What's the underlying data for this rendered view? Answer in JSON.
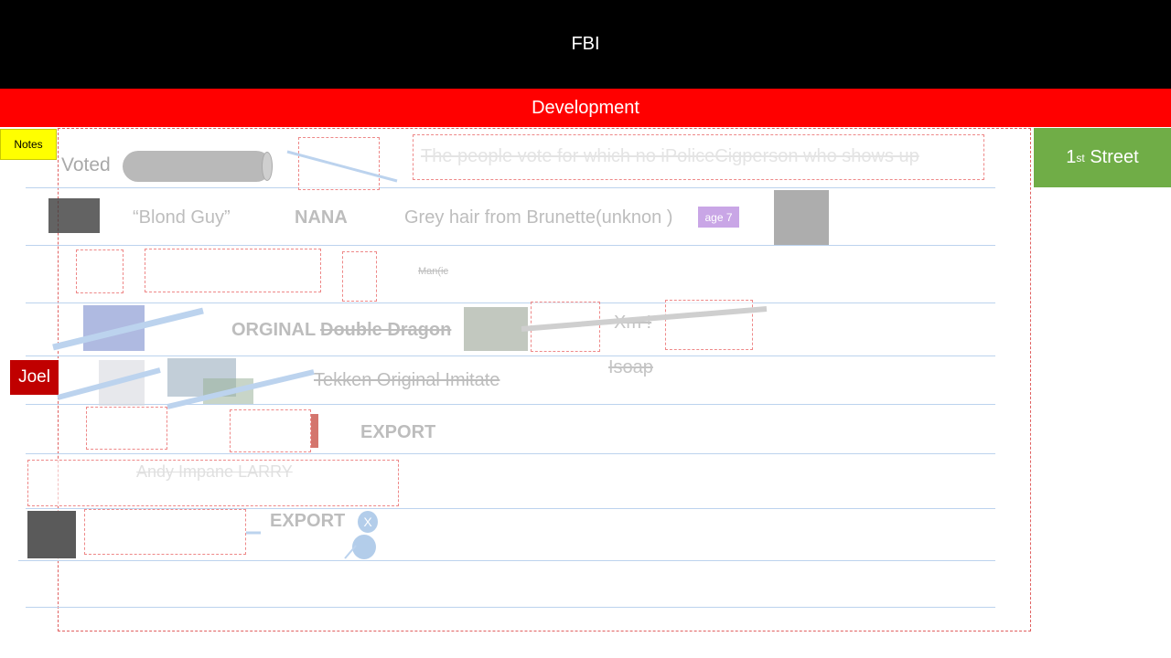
{
  "header": {
    "title": "FBI"
  },
  "subheader": {
    "title": "Development"
  },
  "street": {
    "label": "1st Street",
    "base": "1",
    "sup": "st",
    "rest": " Street"
  },
  "notes": {
    "label": "Notes"
  },
  "labels": {
    "joel": "Joel",
    "voted": "Voted",
    "banner": "The people vote for which no iPoliceCigperson who shows up",
    "blond_guy": "“Blond Guy”",
    "nana": "NANA",
    "grey_hair": "Grey hair from Brunette(unknon )",
    "age": "age 7",
    "man": "Man(ic",
    "orginal": "ORGINAL",
    "double_dragon": "Double Dragon",
    "xm": "Xm !",
    "isoap": "Isoap",
    "tekken": "Tekken Original Imitate",
    "export1": "EXPORT",
    "larry": "Andy Impane LARRY",
    "export2": "EXPORT",
    "close_x": "X"
  },
  "colors": {
    "header_bg": "#000000",
    "subheader_bg": "#ff0000",
    "street_bg": "#70ad47",
    "notes_bg": "#ffff00",
    "joel_bg": "#c00000",
    "age_bg": "#c9a6e6",
    "guide_line": "#bcd3ee"
  }
}
